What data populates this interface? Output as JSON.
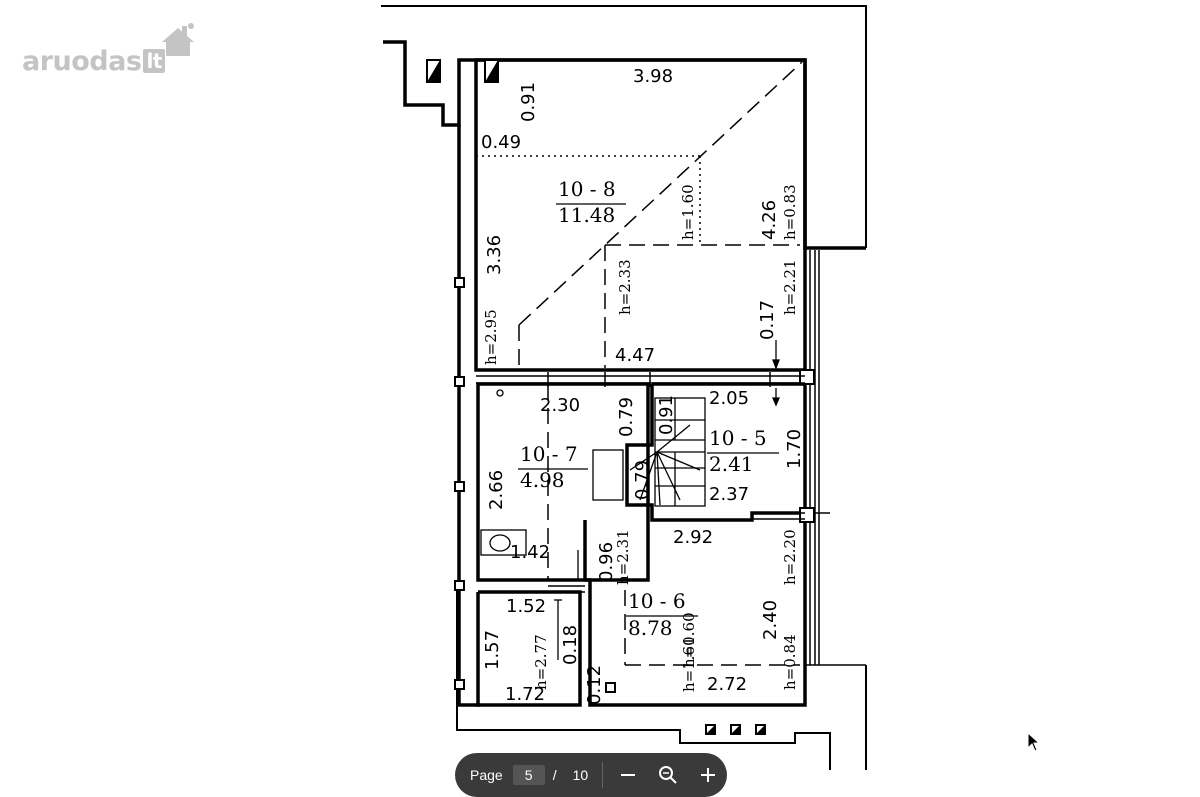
{
  "brand": {
    "name": "aruodas",
    "suffix": "lt"
  },
  "toolbar": {
    "page_label": "Page",
    "current_page": "5",
    "separator": "/",
    "total_pages": "10",
    "zoom_out_icon": "minus-icon",
    "zoom_reset_icon": "magnifier-icon",
    "zoom_in_icon": "plus-icon"
  },
  "rooms": [
    {
      "code": "10 - 8",
      "area": "11.48"
    },
    {
      "code": "10 - 7",
      "area": "4.98"
    },
    {
      "code": "10 - 5",
      "area": "2.41"
    },
    {
      "code": "10 - 6",
      "area": "8.78"
    }
  ],
  "dimensions": {
    "d1": "3.98",
    "d2": "0.91",
    "d3": "0.49",
    "d4": "3.36",
    "d5": "h=1.60",
    "d6": "4.26",
    "d7": "h=0.83",
    "d8": "h=2.33",
    "d9": "h=2.95",
    "d10": "4.47",
    "d11": "0.17",
    "d12": "h=2.21",
    "d13": "2.30",
    "d14": "0.79",
    "d15": "0.91",
    "d16": "2.05",
    "d17": "1.70",
    "d18": "2.66",
    "d19": "0.79",
    "d20": "2.37",
    "d21": "1.42",
    "d22": "0.96",
    "d23": "h=2.31",
    "d24": "2.92",
    "d25": "h=2.20",
    "d26": "1.52",
    "d27": "h=2.77",
    "d28": "0.18",
    "d29": "1.57",
    "d30": "2.40",
    "d31": "h=1.60",
    "d32": "h=0.84",
    "d33": "1.72",
    "d34": "0.12",
    "d35": "h=1.60",
    "d36": "2.72"
  }
}
